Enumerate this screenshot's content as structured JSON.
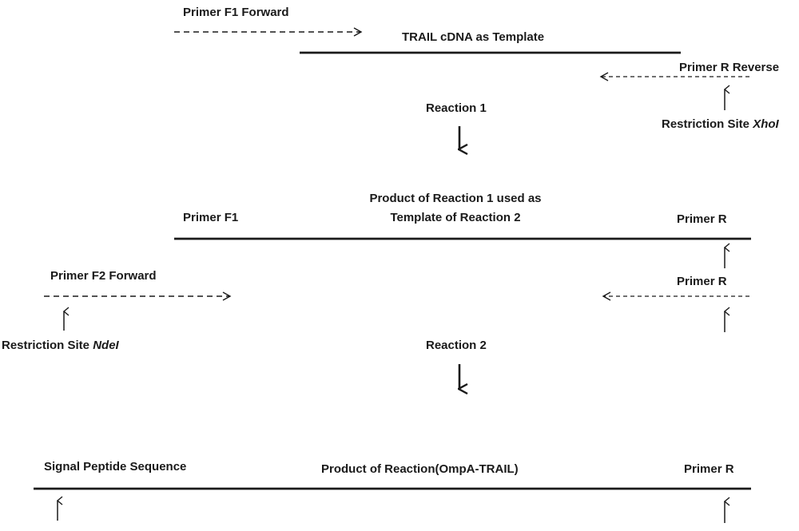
{
  "step1": {
    "primer_f1_forward": "Primer F1 Forward",
    "template_title": "TRAIL cDNA as Template",
    "primer_r_reverse": "Primer R Reverse",
    "restriction_site_prefix": "Restriction Site ",
    "restriction_enzyme": "XhoI"
  },
  "reaction1": {
    "label": "Reaction 1"
  },
  "step2": {
    "product_line1": "Product of Reaction 1 used as",
    "product_line2": "Template of Reaction 2",
    "primer_f1": "Primer F1",
    "primer_r_top": "Primer R",
    "primer_f2_forward": "Primer F2 Forward",
    "primer_r_mid": "Primer R",
    "restriction_site_prefix": "Restriction Site ",
    "restriction_enzyme": "NdeI"
  },
  "reaction2": {
    "label": "Reaction 2"
  },
  "step3": {
    "signal_peptide": "Signal Peptide Sequence",
    "product": "Product of Reaction(OmpA-TRAIL)",
    "primer_r": "Primer R"
  },
  "colors": {
    "ink": "#1a1a1a"
  }
}
